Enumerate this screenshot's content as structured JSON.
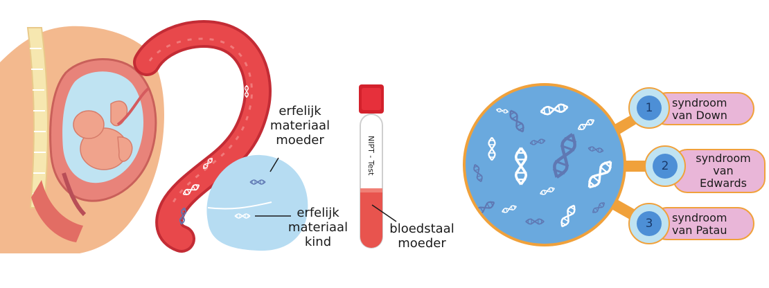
{
  "labels": {
    "maternal_material": "erfelijk\nmateriaal\nmoeder",
    "child_material": "erfelijk\nmateriaal\nkind",
    "tube_text": "NIPT - Test",
    "blood_sample": "bloedstaal\nmoeder"
  },
  "syndromes": [
    {
      "number": "1",
      "label": "syndroom\nvan Down"
    },
    {
      "number": "2",
      "label": "syndroom\nvan\nEdwards"
    },
    {
      "number": "3",
      "label": "syndroom\nvan Patau"
    }
  ],
  "colors": {
    "uterus": "#e8837a",
    "skin": "#f3b98e",
    "amniotic": "#bfe3f2",
    "vessel": "#d83a3f",
    "vessel_light": "#f07a7a",
    "plasma": "#b6dcf2",
    "dna_dark": "#6f86b9",
    "dna_light": "#ffffff",
    "tube_cap": "#d3212c",
    "blood": "#e8544e",
    "circle": "#6aa9de",
    "circle_ring": "#f0a13b",
    "badge": "#4d8fd6",
    "pill": "#e9b6d8",
    "pill_border": "#f0a13b"
  }
}
